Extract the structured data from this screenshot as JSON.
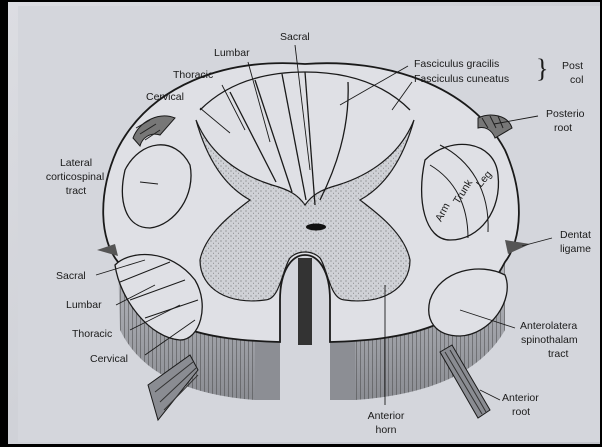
{
  "labels": {
    "sacral_top": "Sacral",
    "lumbar_top": "Lumbar",
    "thoracic_top": "Thoracic",
    "cervical_top": "Cervical",
    "fasciculus_gracilis": "Fasciculus gracilis",
    "fasciculus_cuneatus": "Fasciculus cuneatus",
    "posterior_columns_1": "Post",
    "posterior_columns_2": "col",
    "posterior_root_1": "Posterio",
    "posterior_root_2": "root",
    "lateral_cs_1": "Lateral",
    "lateral_cs_2": "corticospinal",
    "lateral_cs_3": "tract",
    "leg": "Leg",
    "trunk": "Trunk",
    "arm": "Arm",
    "dentate_1": "Dentat",
    "dentate_2": "ligame",
    "sacral_left": "Sacral",
    "lumbar_left": "Lumbar",
    "thoracic_left": "Thoracic",
    "cervical_left": "Cervical",
    "anterolateral_1": "Anterolatera",
    "anterolateral_2": "spinothalam",
    "anterolateral_3": "tract",
    "anterior_horn_1": "Anterior",
    "anterior_horn_2": "horn",
    "anterior_root_1": "Anterior",
    "anterior_root_2": "root"
  },
  "colors": {
    "paper": "#d4d6dc",
    "ink": "#1a1a1a",
    "grey_matter": "#c9cbd1",
    "frame": "#000000"
  }
}
